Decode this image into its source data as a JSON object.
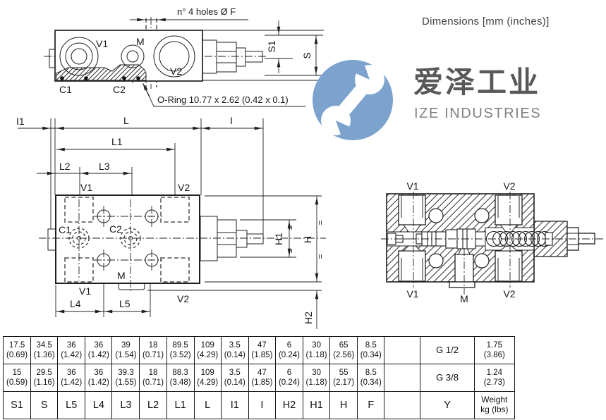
{
  "header": {
    "dimensions_note": "Dimensions [mm (inches)]"
  },
  "logo": {
    "cn": "爱泽工业",
    "en": "IZE INDUSTRIES"
  },
  "colors": {
    "logo_blue": "#7CA2CE",
    "logo_text_gray": "#58595B",
    "logo_sub_gray": "#808184",
    "drawing_ink": "#1f1f1f"
  },
  "top_view": {
    "holes_note": "n° 4 holes Ø F",
    "oring_note": "O-Ring 10.77 x 2.62 (0.42 x 0.1)",
    "v1": "V1",
    "m": "M",
    "v2": "V2",
    "c1": "C1",
    "c2": "C2",
    "s1": "S1",
    "s": "S"
  },
  "front_view": {
    "i1": "I1",
    "l": "L",
    "i": "I",
    "l1": "L1",
    "l2": "L2",
    "l3": "L3",
    "l4": "L4",
    "l5": "L5",
    "v1_top": "V1",
    "v2_top": "V2",
    "v1_bottom": "V1",
    "v2_bottom": "V2",
    "c1": "C1",
    "c2": "C2",
    "m": "M",
    "h1": "H1",
    "h": "H",
    "h2": "H2",
    "eq": "="
  },
  "section_view": {
    "v1_top": "V1",
    "v2_top": "V2",
    "v1_bottom": "V1",
    "v2_bottom": "V2",
    "m": "M"
  },
  "table": {
    "col_headers": [
      [
        "S1"
      ],
      [
        "S"
      ],
      [
        "L5"
      ],
      [
        "L4"
      ],
      [
        "L3"
      ],
      [
        "L2"
      ],
      [
        "L1"
      ],
      [
        "L"
      ],
      [
        "I1"
      ],
      [
        "I"
      ],
      [
        "H2"
      ],
      [
        "H1"
      ],
      [
        "H"
      ],
      [
        "F"
      ],
      [
        ""
      ],
      [
        "Y"
      ],
      [
        "Weight",
        "kg (lbs)"
      ]
    ],
    "rows": [
      [
        [
          "17.5",
          "(0.69)"
        ],
        [
          "34.5",
          "(1.36)"
        ],
        [
          "36",
          "(1.42)"
        ],
        [
          "36",
          "(1.42)"
        ],
        [
          "39",
          "(1.54)"
        ],
        [
          "18",
          "(0.71)"
        ],
        [
          "89.5",
          "(3.52)"
        ],
        [
          "109",
          "(4.29)"
        ],
        [
          "3.5",
          "(0.14)"
        ],
        [
          "47",
          "(1.85)"
        ],
        [
          "6",
          "(0.24)"
        ],
        [
          "30",
          "(1.18)"
        ],
        [
          "65",
          "(2.56)"
        ],
        [
          "8.5",
          "(0.34)"
        ],
        [
          ""
        ],
        [
          "G 1/2"
        ],
        [
          "1.75",
          "(3.86)"
        ]
      ],
      [
        [
          "15",
          "(0.59)"
        ],
        [
          "29.5",
          "(1.16)"
        ],
        [
          "36",
          "(1.42)"
        ],
        [
          "36",
          "(1.42)"
        ],
        [
          "39.3",
          "(1.55)"
        ],
        [
          "18",
          "(0.71)"
        ],
        [
          "88.3",
          "(3.48)"
        ],
        [
          "109",
          "(4.29)"
        ],
        [
          "3.5",
          "(0.14)"
        ],
        [
          "47",
          "(1.85)"
        ],
        [
          "6",
          "(0.24)"
        ],
        [
          "30",
          "(1.18)"
        ],
        [
          "55",
          "(2.17)"
        ],
        [
          "8.5",
          "(0.34)"
        ],
        [
          ""
        ],
        [
          "G 3/8"
        ],
        [
          "1.24",
          "(2.73)"
        ]
      ]
    ]
  }
}
